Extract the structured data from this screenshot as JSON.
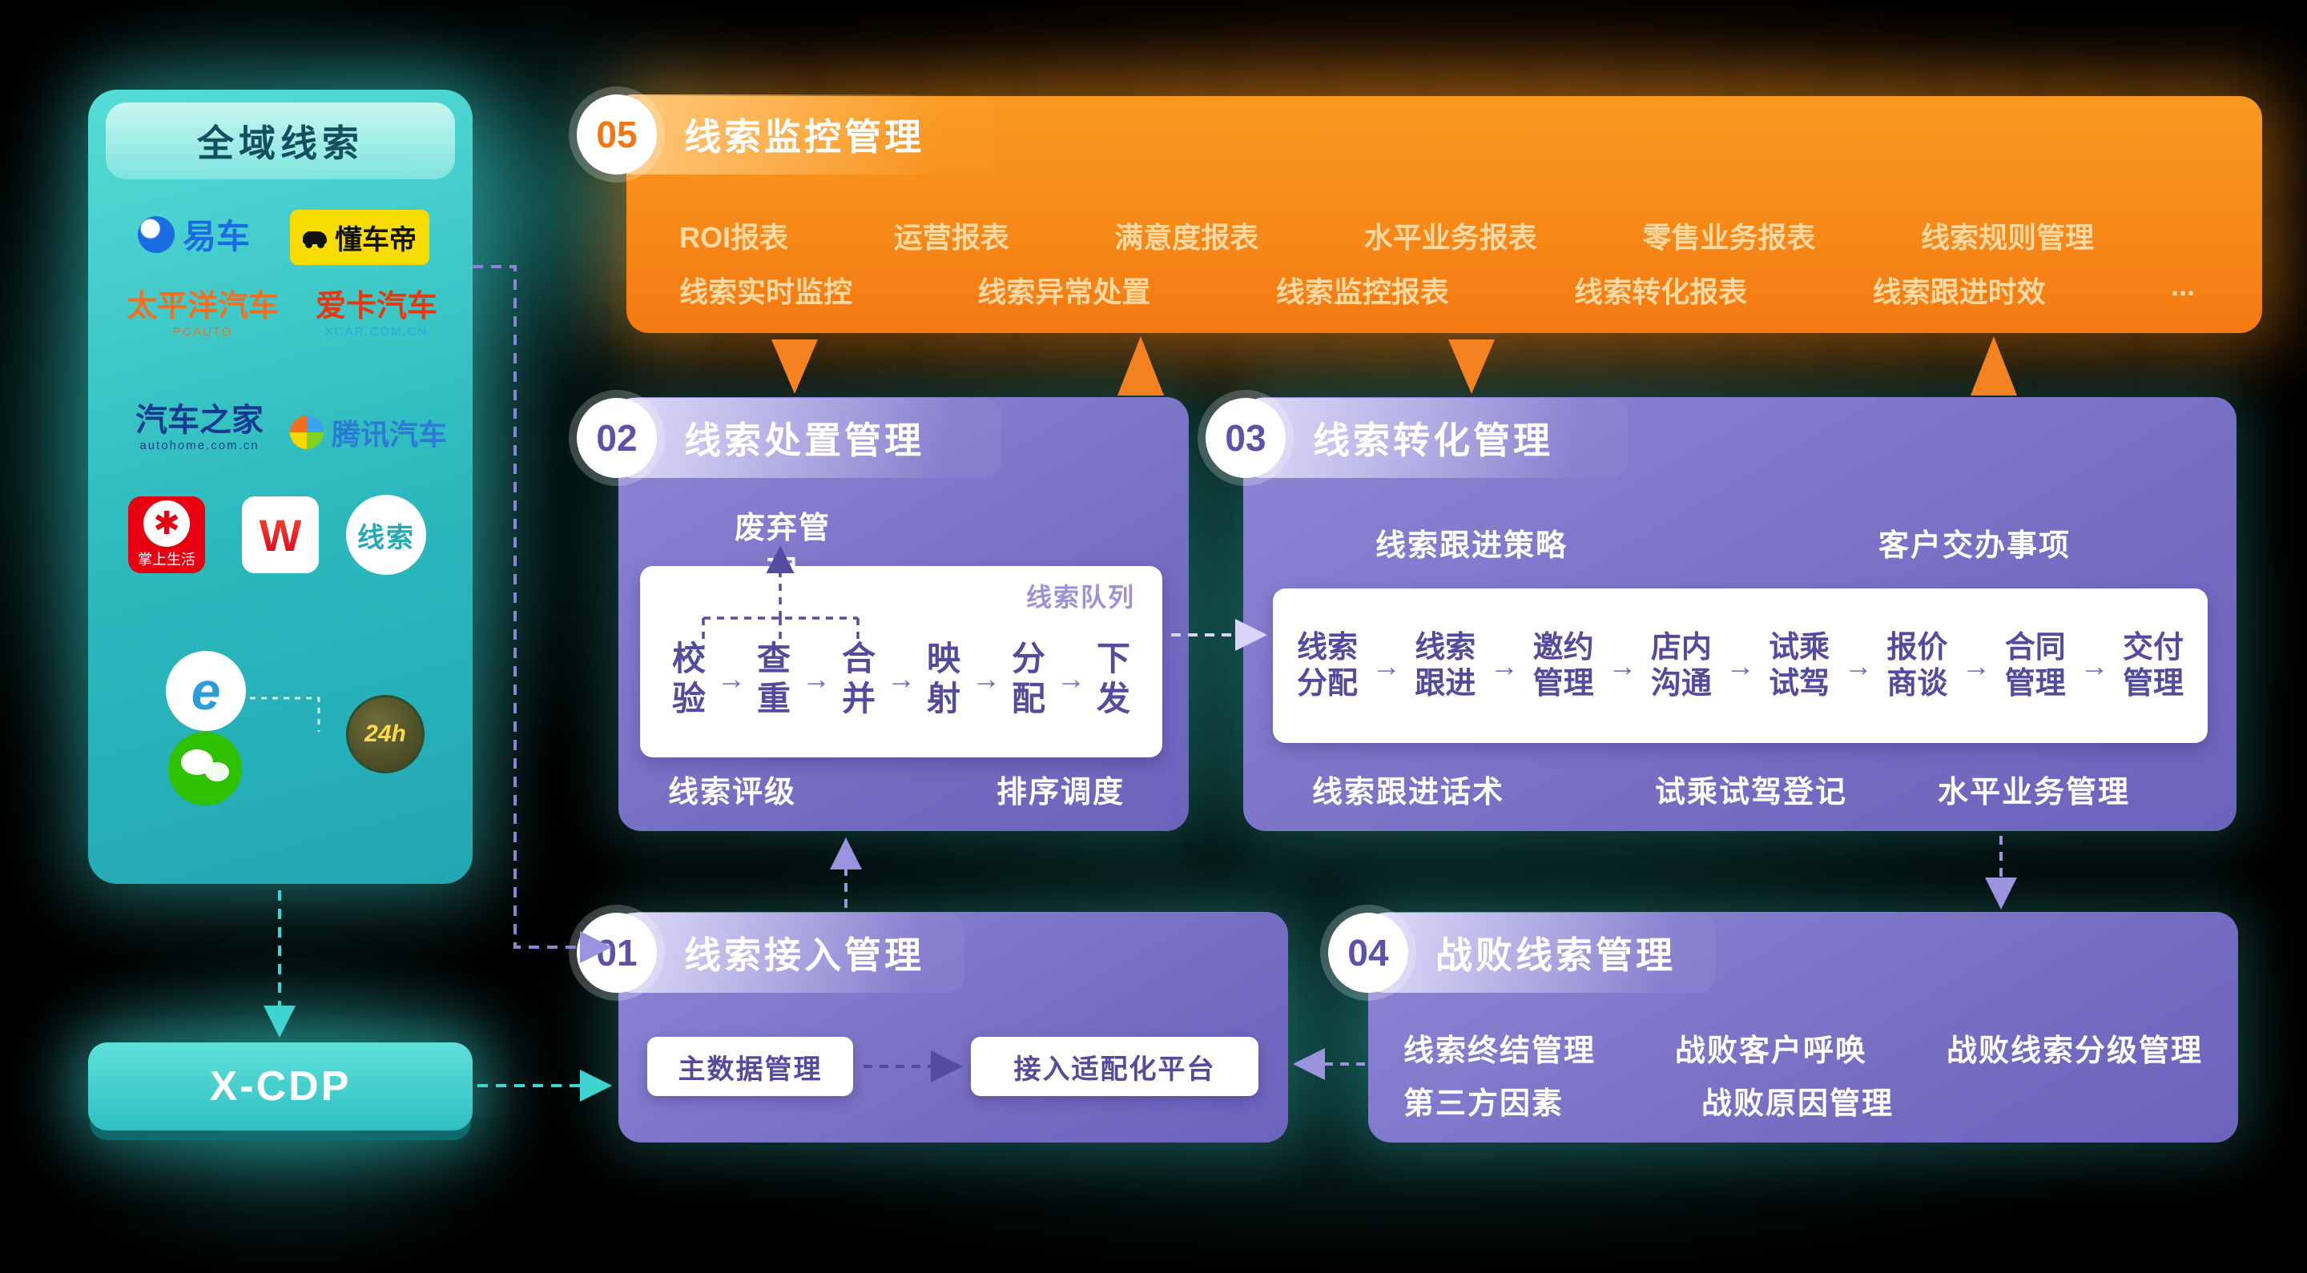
{
  "sidebar": {
    "title": "全域线索",
    "logos": {
      "yiche": "易车",
      "dongchedi": "懂车帝",
      "pcauto": "太平洋汽车",
      "pcauto_sub": "PCAUTO",
      "xcar": "爱卡汽车",
      "xcar_sub": "XCAR.COM.CN",
      "autohome": "汽车之家",
      "autohome_sub": "autohome.com.cn",
      "tencent": "腾讯汽车",
      "zssh": "掌上生活",
      "zssh_flower": "✱",
      "w": "W",
      "xiansuo": "线索",
      "ie": "e",
      "h24": "24h"
    },
    "cdp": "X-CDP"
  },
  "monitor": {
    "num": "05",
    "title": "线索监控管理",
    "row1": [
      "ROI报表",
      "运营报表",
      "满意度报表",
      "水平业务报表",
      "零售业务报表",
      "线索规则管理"
    ],
    "row2": [
      "线索实时监控",
      "线索异常处置",
      "线索监控报表",
      "线索转化报表",
      "线索跟进时效",
      "..."
    ]
  },
  "dispose": {
    "num": "02",
    "title": "线索处置管理",
    "discard": "废弃管理",
    "queue": "线索队列",
    "steps": [
      "校验",
      "查重",
      "合并",
      "映射",
      "分配",
      "下发"
    ],
    "rating": "线索评级",
    "scheduling": "排序调度"
  },
  "convert": {
    "num": "03",
    "title": "线索转化管理",
    "strategy": "线索跟进策略",
    "tasks": "客户交办事项",
    "steps": [
      "线索分配",
      "线索跟进",
      "邀约管理",
      "店内沟通",
      "试乘试驾",
      "报价商谈",
      "合同管理",
      "交付管理"
    ],
    "script": "线索跟进话术",
    "testdrive": "试乘试驾登记",
    "horizontal": "水平业务管理"
  },
  "access": {
    "num": "01",
    "title": "线索接入管理",
    "master": "主数据管理",
    "adapter": "接入适配化平台"
  },
  "defeat": {
    "num": "04",
    "title": "战败线索管理",
    "row1": [
      "线索终结管理",
      "战败客户呼唤",
      "战败线索分级管理"
    ],
    "row2": [
      "第三方因素",
      "战败原因管理"
    ]
  },
  "icons": {
    "step_arrow": "→"
  }
}
